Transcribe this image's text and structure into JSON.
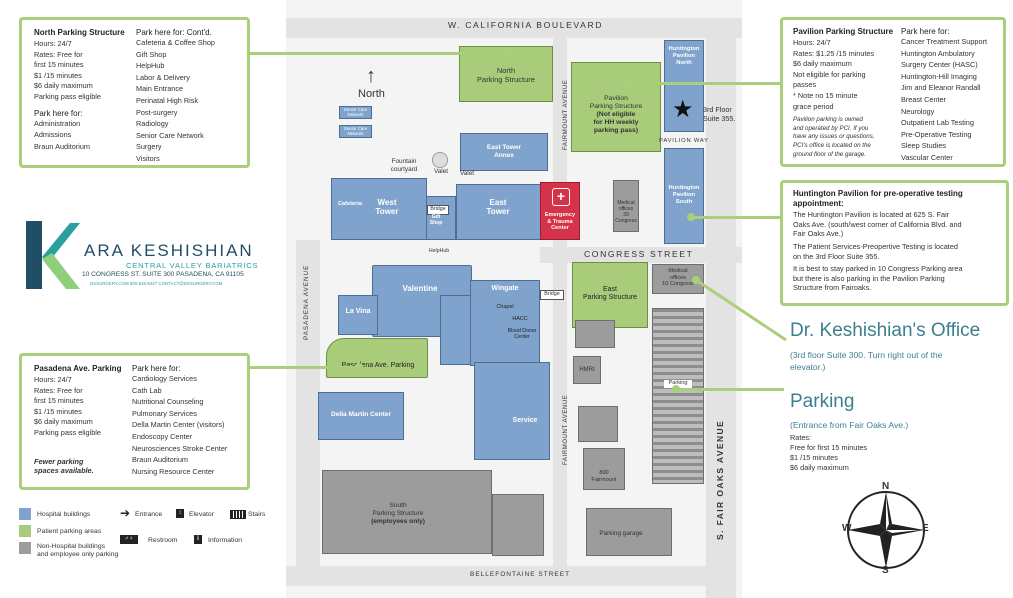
{
  "streets": {
    "north": "W. CALIFORNIA BOULEVARD",
    "congress": "CONGRESS STREET",
    "pasadena": "PASADENA AVENUE",
    "fairmount_upper": "FAIRMOUNT AVENUE",
    "fairmount_lower": "FAIRMOUNT AVENUE",
    "fair_oaks": "S. FAIR OAKS AVENUE",
    "bellefontaine": "BELLEFONTAINE STREET"
  },
  "north_arrow_label": "North",
  "panel_north": {
    "title": "North Parking Structure",
    "hours": "Hours: 24/7",
    "rates_1": "Rates: Free for",
    "rates_2": "first 15 minutes",
    "rates_3": "$1 /15 minutes",
    "rates_4": "$6 daily maximum",
    "rates_5": "Parking pass eligible",
    "park_here": "Park here for:",
    "items": [
      "Administration",
      "Admissions",
      "Braun Auditorium"
    ],
    "cont_title": "Park here for: Cont'd.",
    "cont_items": [
      "Cafeteria & Coffee Shop",
      "Gift Shop",
      "HelpHub",
      "Labor & Delivery",
      "Main Entrance",
      "Perinatal High Risk",
      "Post-surgery",
      "Radiology",
      "Senior Care Network",
      "Surgery",
      "Visitors"
    ]
  },
  "panel_pavilion": {
    "title": "Pavilion Parking Structure",
    "hours": "Hours: 24/7",
    "rates_1": "Rates: $1.25 /15 minutes",
    "rates_2": "$6 daily maximum",
    "rates_3": "Not eligible for parking",
    "rates_4": "passes",
    "note_1": "* Note no 15 minute",
    "note_2": "grace period",
    "italic_1": "Pavilion parking is owned",
    "italic_2": "and operated by PCI. If you",
    "italic_3": "have any issues or questions,",
    "italic_4": "PCI's office is located on the",
    "italic_5": "ground floor of the garage.",
    "park_here": "Park here for:",
    "items": [
      "Cancer Treatment Support",
      "Huntington Ambulatory",
      "Surgery Center (HASC)",
      "Huntington-Hill Imaging",
      "Jim and Eleanor Randall",
      "Breast Center",
      "Neurology",
      "Outpatient Lab Testing",
      "Pre-Operative Testing",
      "Sleep Studies",
      "Vascular Center"
    ]
  },
  "panel_preop": {
    "title_1": "Huntington Pavilion for pre-operative testing",
    "title_2": "appointment:",
    "p1_1": "The Huntington Pavilion is located at 625 S. Fair",
    "p1_2": "Oaks Ave. (south/west corner of California Blvd. and",
    "p1_3": "Fair Oaks Ave.)",
    "p2_1": "The Patient Services-Preopertive Testing is located",
    "p2_2": "on the 3rd Floor Suite 355.",
    "p3_1": "It is best to stay parked in 10 Congress Parking area",
    "p3_2": "but there is also parking in the Pavilion Parking",
    "p3_3": "Structure from Fairoaks."
  },
  "office": {
    "title": "Dr. Keshishian's Office",
    "sub_1": "(3rd floor Suite 300. Turn right out of the",
    "sub_2": "elevator.)"
  },
  "parking_info": {
    "title": "Parking",
    "sub": "(Entrance from Fair Oaks Ave.)",
    "rates": "Rates:",
    "r1": "Free for first 15 minutes",
    "r2": "$1 /15 minutes",
    "r3": "$6 daily maximum"
  },
  "panel_pasadena": {
    "title": "Pasadena Ave. Parking",
    "hours": "Hours: 24/7",
    "rates_1": "Rates: Free for",
    "rates_2": "first 15 minutes",
    "rates_3": "$1 /15 minutes",
    "rates_4": "$6 daily maximum",
    "rates_5": "Parking pass eligible",
    "fewer_1": "Fewer parking",
    "fewer_2": "spaces available.",
    "park_here": "Park here for:",
    "items": [
      "Cardiology Services",
      "Cath Lab",
      "Nutritional Counseling",
      "Pulmonary Services",
      "Della Martin Center (visitors)",
      "Endoscopy Center",
      "Neurosciences Stroke Center",
      "Braun Auditorium",
      "Nursing Resource Center"
    ]
  },
  "logo": {
    "letter": "K",
    "name": "ARA KESHISHIAN",
    "sub": "CENTRAL VALLEY BARIATRICS",
    "address": "10 CONGRESS ST. SUITE 300 PASADENA, CA 91105",
    "contact": "DSSURGERY.COM   800-816-6447   CONTACT@DSSURGERY.COM"
  },
  "legend": {
    "hospital": "Hospital buildings",
    "patient": "Patient parking areas",
    "nonhosp_1": "Non-Hospital buildings",
    "nonhosp_2": "and employee only parking",
    "entrance": "Entrance",
    "elevator": "Elevator",
    "stairs": "Stairs",
    "restroom": "Restroom",
    "information": "Information"
  },
  "compass": {
    "n": "N",
    "s": "S",
    "e": "E",
    "w": "W"
  },
  "map_labels": {
    "north_parking": "North\nParking Structure",
    "pavilion_parking_1": "Pavilion",
    "pavilion_parking_2": "Parking Structure",
    "pavilion_parking_3": "(Not eligible",
    "pavilion_parking_4": "for HH weekly",
    "pavilion_parking_5": "parking pass)",
    "hp_north_1": "Huntington",
    "hp_north_2": "Pavilion",
    "hp_north_3": "North",
    "hp_south_1": "Huntington",
    "hp_south_2": "Pavilion",
    "hp_south_3": "South",
    "third_floor_1": "3rd Floor",
    "third_floor_2": "Suite 355.",
    "pavilion_way": "PAVILION WAY",
    "medical_39_1": "Medical",
    "medical_39_2": "offices",
    "medical_39_3": "39",
    "medical_39_4": "Congress",
    "senior_1": "Senior Care",
    "senior_2": "Network",
    "east_tower_annex_1": "East Tower",
    "east_tower_annex_2": "Annex",
    "fountain_1": "Fountain",
    "fountain_2": "courtyard",
    "valet_1": "Valet",
    "cafeteria": "Cafeteria",
    "west_tower_1": "West",
    "west_tower_2": "Tower",
    "east_tower_1": "East",
    "east_tower_2": "Tower",
    "emergency_1": "Emergency",
    "emergency_2": "& Trauma",
    "emergency_3": "Center",
    "bridge_1": "Bridge",
    "gift_shop_1": "Gift",
    "gift_shop_2": "Shop",
    "helphub": "HelpHub",
    "valet_2": "Valet",
    "la_vina": "La Vina",
    "valentine": "Valentine",
    "wingate": "Wingate",
    "bridge_2": "Bridge",
    "chapel": "Chapel",
    "hacc": "HACC",
    "blood_donor_1": "Blood Donor",
    "blood_donor_2": "Center",
    "east_parking_1": "East",
    "east_parking_2": "Parking Structure",
    "medical_10_1": "Medical",
    "medical_10_2": "offices",
    "medical_10_3": "10 Congress",
    "pasadena_parking": "Pasadena Ave. Parking",
    "della_martin": "Della Martin Center",
    "hmri": "HMRI",
    "service": "Service",
    "parking_vertical": "Parking",
    "fairmount_800_1": "800",
    "fairmount_800_2": "Fairmount",
    "parking_garage": "Parking garage",
    "south_parking_1": "South",
    "south_parking_2": "Parking Structure",
    "south_parking_3": "(employees only)"
  },
  "colors": {
    "hospital": "#7fa3cc",
    "patient_parking": "#a8cc7a",
    "non_hospital": "#9c9c9c",
    "panel_border": "#a9cf7a",
    "office_title": "#3d7f8f",
    "emergency": "#d6334a",
    "logo_teal": "#2a9fa0"
  }
}
